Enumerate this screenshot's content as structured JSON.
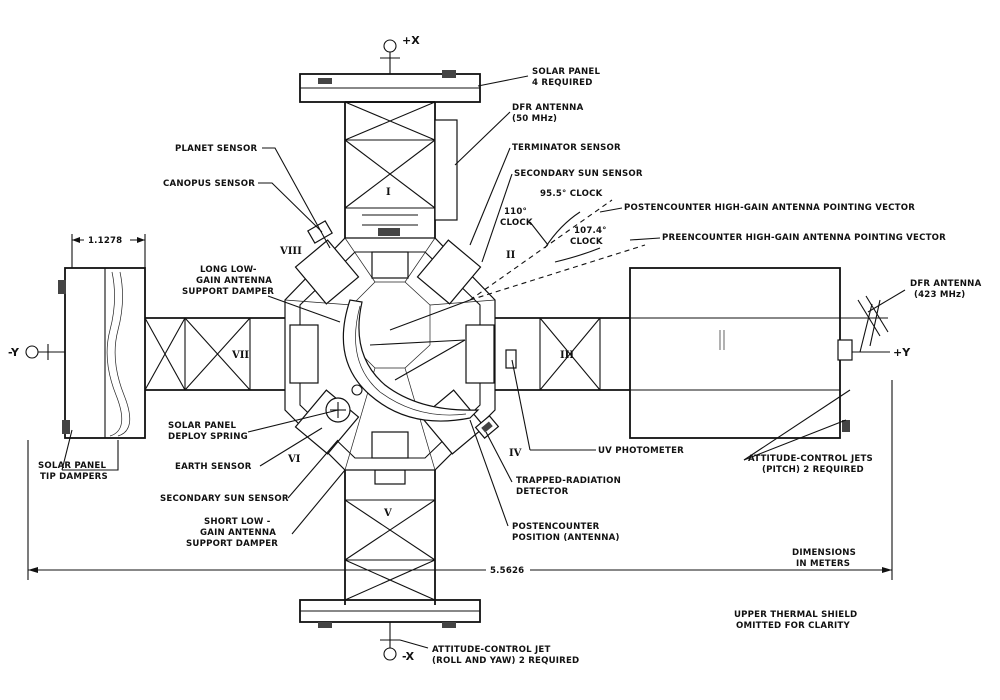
{
  "axes": {
    "plus_x": "+X",
    "minus_x": "-X",
    "plus_y": "+Y",
    "minus_y": "-Y"
  },
  "bays": [
    "I",
    "II",
    "III",
    "IV",
    "V",
    "VI",
    "VII",
    "VIII"
  ],
  "labels": {
    "solar_panel": [
      "SOLAR PANEL",
      "4 REQUIRED"
    ],
    "dfr_50": [
      "DFR ANTENNA",
      "(50 MHz)"
    ],
    "terminator_sensor": "TERMINATOR SENSOR",
    "secondary_sun_sensor_top": "SECONDARY SUN SENSOR",
    "clock_95": "95.5° CLOCK",
    "clock_110": [
      "110°",
      "CLOCK"
    ],
    "clock_107": [
      "107.4°",
      "CLOCK"
    ],
    "postencounter_vector": "POSTENCOUNTER HIGH-GAIN ANTENNA POINTING VECTOR",
    "preencounter_vector": "PREENCOUNTER HIGH-GAIN ANTENNA POINTING VECTOR",
    "planet_sensor": "PLANET SENSOR",
    "canopus_sensor": "CANOPUS SENSOR",
    "dim_small": "1.1278",
    "long_damper": [
      "LONG LOW-",
      "GAIN ANTENNA",
      "SUPPORT DAMPER"
    ],
    "dfr_423": [
      "DFR ANTENNA",
      "(423 MHz)"
    ],
    "uv_photometer": "UV PHOTOMETER",
    "attitude_pitch": [
      "ATTITUDE-CONTROL JETS",
      "(PITCH) 2 REQUIRED"
    ],
    "solar_deploy": [
      "SOLAR PANEL",
      "DEPLOY SPRING"
    ],
    "earth_sensor": "EARTH SENSOR",
    "tip_dampers": [
      "SOLAR PANEL",
      "TIP DAMPERS"
    ],
    "trapped_radiation": [
      "TRAPPED-RADIATION",
      "DETECTOR"
    ],
    "secondary_sun_sensor_bottom": "SECONDARY SUN SENSOR",
    "short_damper": [
      "SHORT LOW -",
      "GAIN ANTENNA",
      "SUPPORT DAMPER"
    ],
    "postencounter_position": [
      "POSTENCOUNTER",
      "POSITION (ANTENNA)"
    ],
    "dimensions": [
      "DIMENSIONS",
      "IN METERS"
    ],
    "dim_total": "5.5626",
    "thermal_shield": [
      "UPPER THERMAL SHIELD",
      "OMITTED FOR CLARITY"
    ],
    "attitude_roll": [
      "ATTITUDE-CONTROL JET",
      "(ROLL AND YAW) 2 REQUIRED"
    ]
  }
}
